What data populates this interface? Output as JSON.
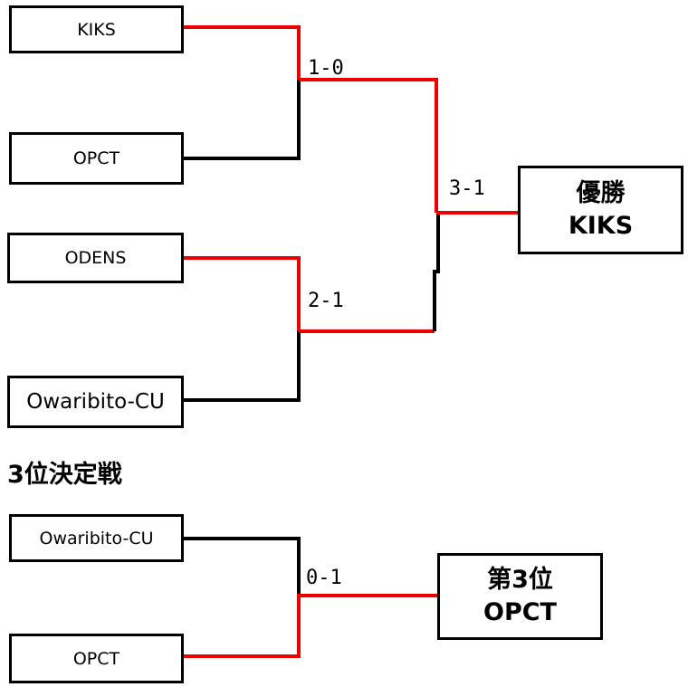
{
  "main_bracket": {
    "teams": [
      "KIKS",
      "OPCT",
      "ODENS",
      "Owaribito-CU"
    ],
    "semifinal_1_score": "1-0",
    "semifinal_2_score": "2-1",
    "final_score": "3-1",
    "champion_title": "優勝",
    "champion_team": "KIKS"
  },
  "third_place": {
    "heading": "3位決定戦",
    "teams": [
      "Owaribito-CU",
      "OPCT"
    ],
    "score": "0-1",
    "result_title": "第3位",
    "result_team": "OPCT"
  },
  "colors": {
    "winner_line": "#ee0000",
    "line": "#000000"
  }
}
